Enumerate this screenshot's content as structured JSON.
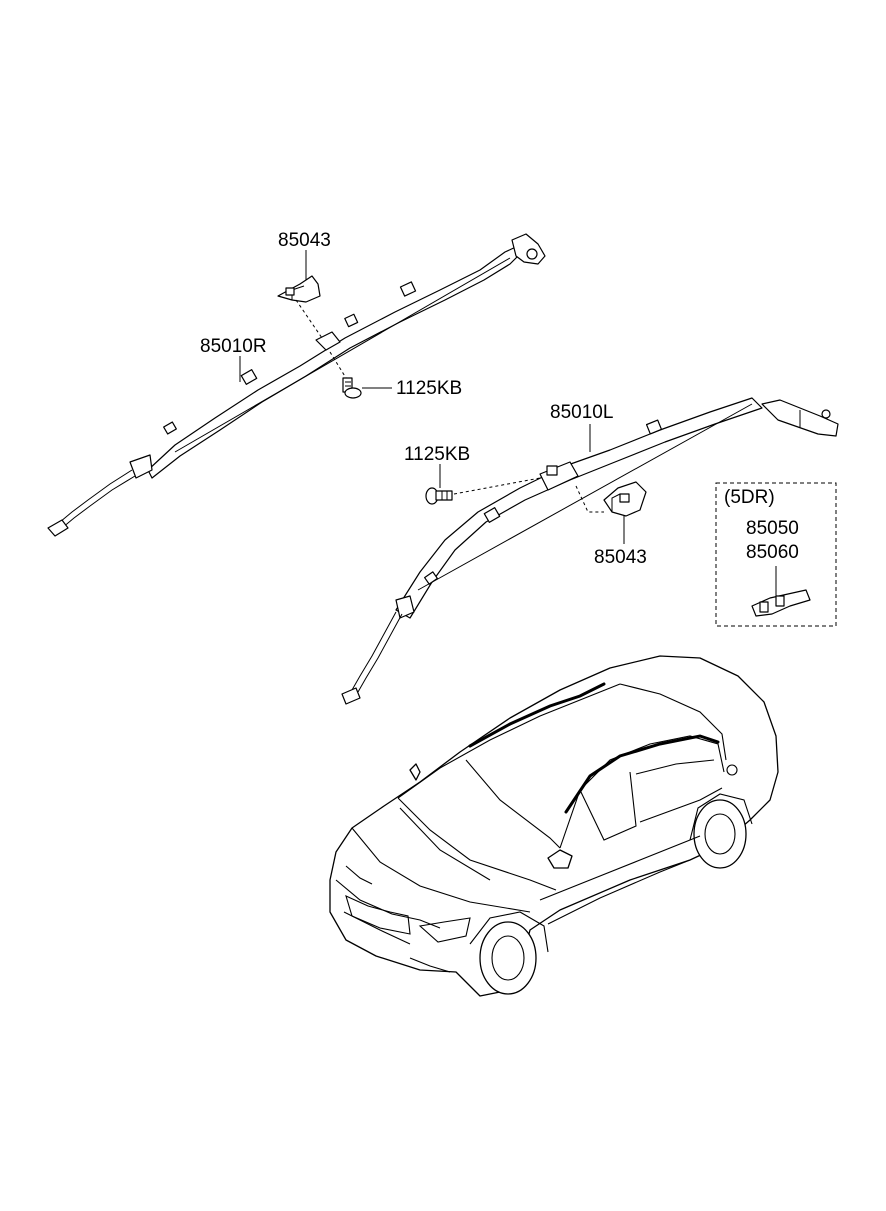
{
  "labels": {
    "bracket_upper": "85043",
    "airbag_right": "85010R",
    "bolt_upper": "1125KB",
    "airbag_left": "85010L",
    "bolt_lower": "1125KB",
    "bracket_lower": "85043",
    "variant_note": "(5DR)",
    "variant_part_1": "85050",
    "variant_part_2": "85060"
  },
  "colors": {
    "line": "#000000",
    "background": "#ffffff"
  }
}
